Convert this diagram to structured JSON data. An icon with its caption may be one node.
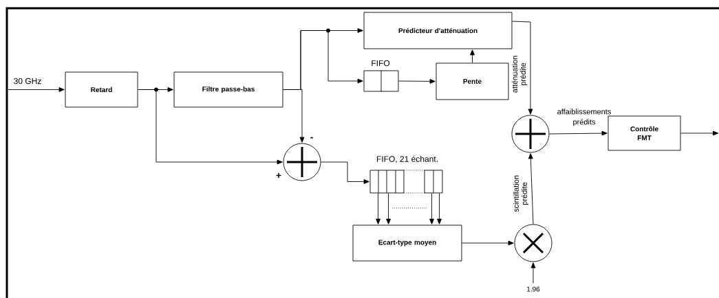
{
  "diagram": {
    "nodes": [
      {
        "text": [
          "Retard"
        ]
      },
      {
        "text": [
          "Filtre passe-bas"
        ]
      },
      {
        "text": [
          "Prédicteur d'atténuation"
        ]
      },
      {
        "text": [],
        "shape": "box",
        "beside": [
          "FIFO"
        ]
      },
      {
        "text": [
          "Pente"
        ]
      },
      {
        "text": [],
        "shape": "circle",
        "beside": [
          "-",
          "+"
        ]
      },
      {
        "text": [],
        "shape": "box",
        "beside": [
          "FIFO, 21 échant."
        ]
      },
      {
        "text": [
          "Ecart-type moyen"
        ]
      },
      {
        "text": [],
        "shape": "circle"
      },
      {
        "text": [],
        "shape": "circle"
      },
      {
        "text": [
          "Contrôle FMT"
        ]
      },
      {
        "text": [
          "1.96"
        ]
      }
    ],
    "edges": [
      {
        "from": null,
        "to": 0,
        "arrow": "to",
        "label": "30 GHz"
      },
      {
        "from": 0,
        "to": 1,
        "arrow": "to"
      },
      {
        "from": 0,
        "to": 5,
        "arrow": "to"
      },
      {
        "from": 1,
        "to": 2,
        "arrow": "to"
      },
      {
        "from": 1,
        "to": 3,
        "arrow": "to"
      },
      {
        "from": 1,
        "to": 5,
        "arrow": "to"
      },
      {
        "from": 3,
        "to": 4,
        "arrow": "to"
      },
      {
        "from": 4,
        "to": 2,
        "arrow": "to"
      },
      {
        "from": 2,
        "to": 8,
        "arrow": "to",
        "label": "atténuation prédite"
      },
      {
        "from": 5,
        "to": 6,
        "arrow": "to"
      },
      {
        "from": 6,
        "to": 7,
        "arrow": "to"
      },
      {
        "from": 6,
        "to": 7,
        "arrow": "to"
      },
      {
        "from": 6,
        "to": 7,
        "arrow": "to"
      },
      {
        "from": 6,
        "to": 7,
        "arrow": "to"
      },
      {
        "from": 7,
        "to": 9,
        "arrow": "to"
      },
      {
        "from": 11,
        "to": 9,
        "arrow": "to"
      },
      {
        "from": 9,
        "to": 8,
        "arrow": "to",
        "label": "scintillation prédite"
      },
      {
        "from": 8,
        "to": 10,
        "arrow": "to",
        "label": "affaiblissements prédits"
      },
      {
        "from": 10,
        "to": null,
        "arrow": "to"
      }
    ]
  }
}
